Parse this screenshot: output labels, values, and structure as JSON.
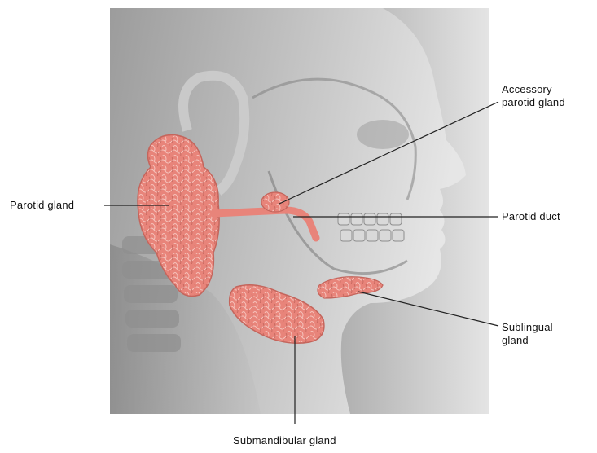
{
  "labels": {
    "accessory_parotid": [
      "Accessory",
      "parotid gland"
    ],
    "parotid_gland": "Parotid gland",
    "parotid_duct": "Parotid duct",
    "sublingual": [
      "Sublingual",
      "gland"
    ],
    "submandibular": "Submandibular gland"
  },
  "colors": {
    "gland": "#e8847a",
    "gland_dark": "#c4655c",
    "skin_light": "#d8d8d8",
    "skin_dark": "#8a8a8a",
    "leader_line": "#222222"
  }
}
